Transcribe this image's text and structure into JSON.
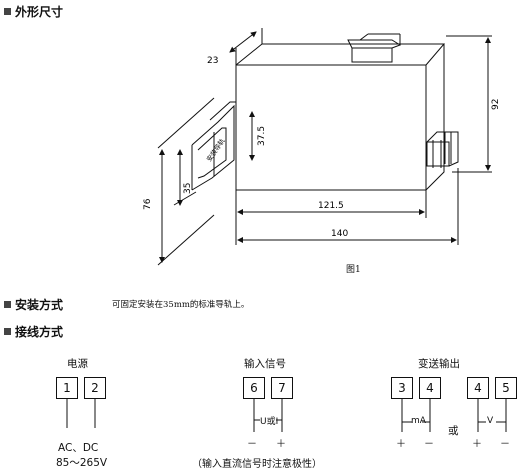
{
  "sections": {
    "outline": "外形尺寸",
    "install": "安装方式",
    "wiring": "接线方式"
  },
  "drawing": {
    "dims": {
      "d23": "23",
      "d92": "92",
      "d37_5": "37.5",
      "d76": "76",
      "d35": "35",
      "d121_5": "121.5",
      "d140": "140"
    },
    "rail_label": "安装导轨",
    "caption": "图1"
  },
  "install_note": "可固定安装在35mm的标准导轨上。",
  "wiring": {
    "power": {
      "title": "电源",
      "terminals": [
        "1",
        "2"
      ],
      "spec_line1": "AC、DC",
      "spec_line2": "85～265V"
    },
    "input": {
      "title": "输入信号",
      "terminals": [
        "6",
        "7"
      ],
      "signal": "U或I",
      "minus": "－",
      "plus": "＋",
      "note": "（输入直流信号时注意极性）"
    },
    "output": {
      "title": "变送输出",
      "terminals_ma": [
        "3",
        "4"
      ],
      "terminals_v": [
        "4",
        "5"
      ],
      "label_ma": "mA",
      "label_or": "或",
      "label_v": "V",
      "plus": "＋",
      "minus": "－"
    }
  }
}
